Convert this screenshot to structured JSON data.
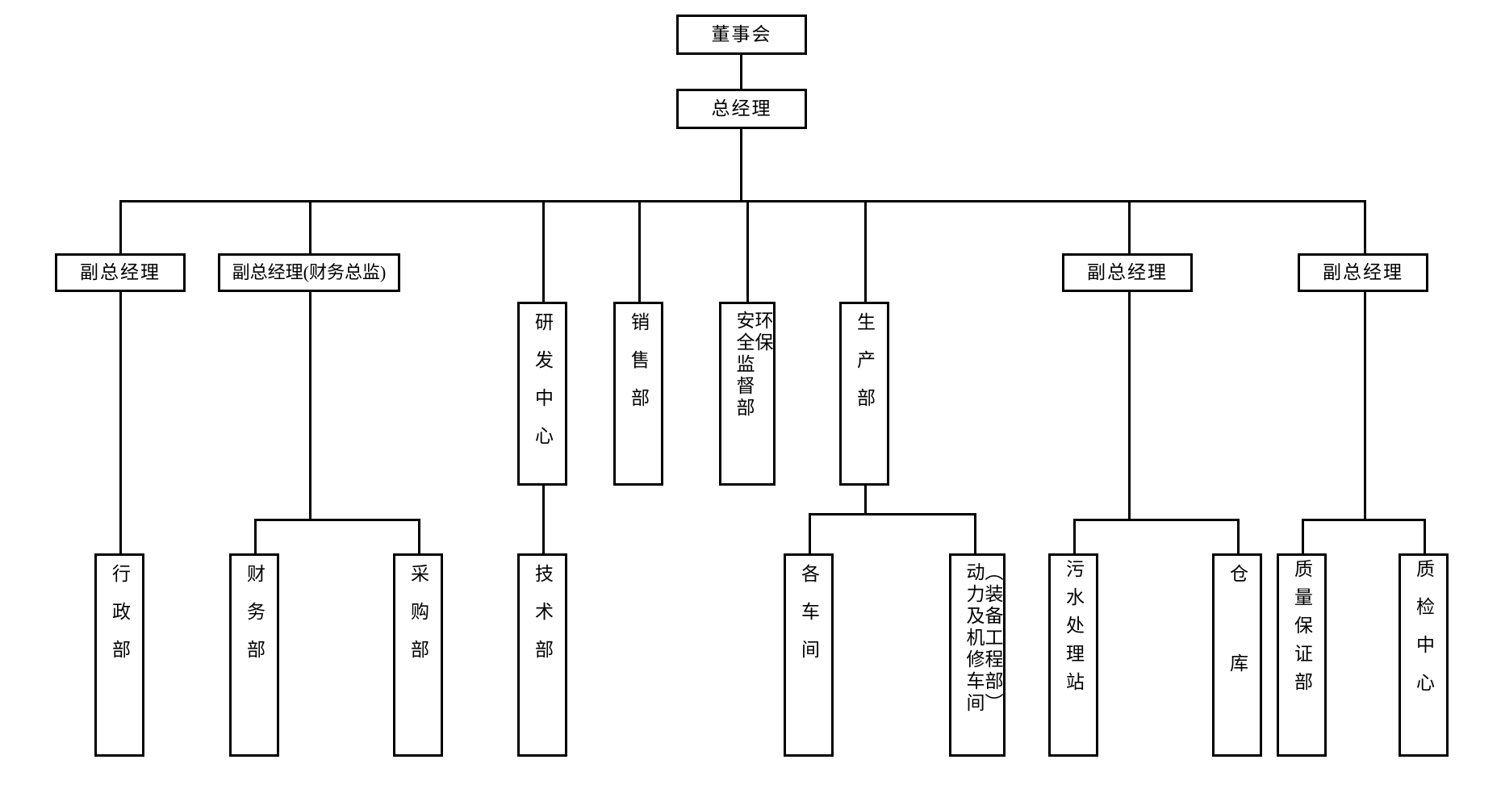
{
  "chart": {
    "title": "组织架构图",
    "type": "org-chart",
    "line_color": "#000000",
    "box_border_color": "#000000",
    "background_color": "#ffffff"
  },
  "nodes": {
    "board": {
      "label": "董事会",
      "level": 0
    },
    "general_manager": {
      "label": "总经理",
      "level": 1
    },
    "deputy_gm_1": {
      "label": "副总经理",
      "level": 2
    },
    "deputy_gm_finance": {
      "label": "副总经理(财务总监)",
      "level": 2
    },
    "deputy_gm_3": {
      "label": "副总经理",
      "level": 2
    },
    "deputy_gm_4": {
      "label": "副总经理",
      "level": 2
    },
    "rd_center": {
      "label": "研发中心",
      "level": 2
    },
    "sales_dept": {
      "label": "销售部",
      "level": 2
    },
    "safety_env_dept": {
      "label": "安全环保监督部",
      "column_right": "环保",
      "column_left": "安全监督部",
      "level": 2
    },
    "production_dept": {
      "label": "生产部",
      "level": 2
    },
    "admin_dept": {
      "label": "行政部",
      "level": 3
    },
    "finance_dept": {
      "label": "财务部",
      "level": 3
    },
    "procurement_dept": {
      "label": "采购部",
      "level": 3
    },
    "technology_dept": {
      "label": "技术部",
      "level": 3
    },
    "workshops": {
      "label": "各车间",
      "level": 3
    },
    "power_repair_workshop": {
      "label": "动力及机修车间（装备工程部）",
      "column_right": "（装备工程部）",
      "column_left": "动力及机修车间",
      "level": 3
    },
    "wastewater_station": {
      "label": "污水处理站",
      "level": 3
    },
    "warehouse": {
      "label": "仓库",
      "level": 3
    },
    "quality_assurance_dept": {
      "label": "质量保证部",
      "level": 3
    },
    "quality_inspection_center": {
      "label": "质检中心",
      "level": 3
    }
  },
  "edges": [
    {
      "from": "board",
      "to": "general_manager"
    },
    {
      "from": "general_manager",
      "to": "deputy_gm_1"
    },
    {
      "from": "general_manager",
      "to": "deputy_gm_finance"
    },
    {
      "from": "general_manager",
      "to": "rd_center"
    },
    {
      "from": "general_manager",
      "to": "sales_dept"
    },
    {
      "from": "general_manager",
      "to": "safety_env_dept"
    },
    {
      "from": "general_manager",
      "to": "production_dept"
    },
    {
      "from": "general_manager",
      "to": "deputy_gm_3"
    },
    {
      "from": "general_manager",
      "to": "deputy_gm_4"
    },
    {
      "from": "deputy_gm_1",
      "to": "admin_dept"
    },
    {
      "from": "deputy_gm_finance",
      "to": "finance_dept"
    },
    {
      "from": "deputy_gm_finance",
      "to": "procurement_dept"
    },
    {
      "from": "rd_center",
      "to": "technology_dept"
    },
    {
      "from": "production_dept",
      "to": "workshops"
    },
    {
      "from": "production_dept",
      "to": "power_repair_workshop"
    },
    {
      "from": "deputy_gm_3",
      "to": "wastewater_station"
    },
    {
      "from": "deputy_gm_3",
      "to": "warehouse"
    },
    {
      "from": "deputy_gm_4",
      "to": "quality_assurance_dept"
    },
    {
      "from": "deputy_gm_4",
      "to": "quality_inspection_center"
    }
  ]
}
